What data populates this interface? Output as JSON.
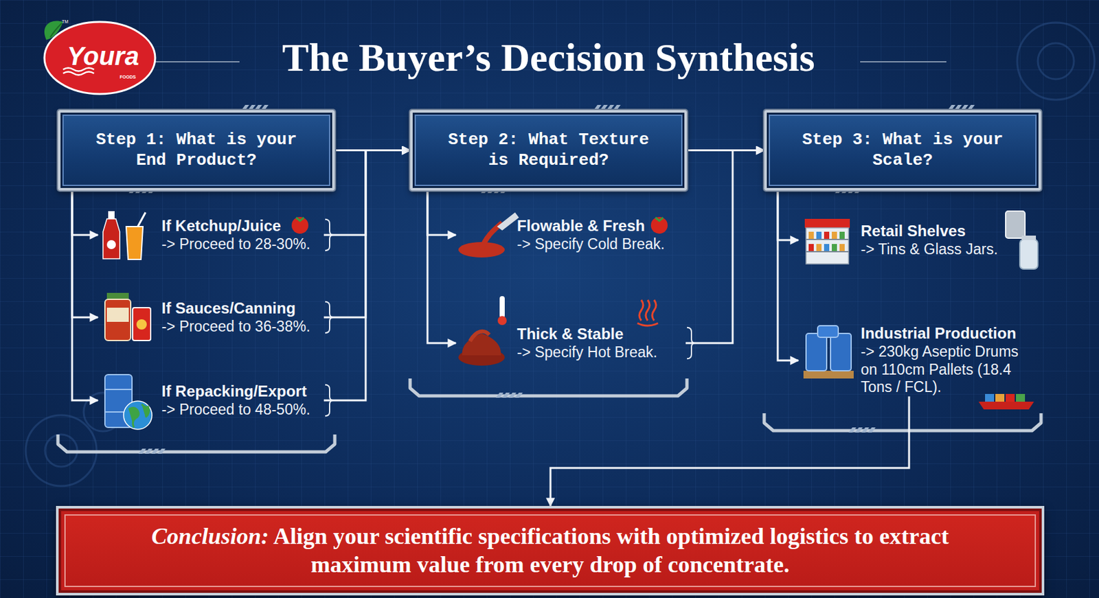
{
  "diagram": {
    "title": "The Buyer’s Decision Synthesis",
    "nodes": [
      {
        "text": [
          "Step 1: What is your End Product?"
        ]
      },
      {
        "text": [
          "If Ketchup/Juice",
          "-> Proceed to 28-30%."
        ]
      },
      {
        "text": [
          "If Sauces/Canning",
          "-> Proceed to 36-38%."
        ]
      },
      {
        "text": [
          "If Repacking/Export",
          "-> Proceed to 48-50%."
        ]
      },
      {
        "text": [
          "Step 2: What Texture is Required?"
        ]
      },
      {
        "text": [
          "Flowable & Fresh",
          "-> Specify Cold Break."
        ]
      },
      {
        "text": [
          "Thick & Stable",
          "-> Specify Hot Break."
        ]
      },
      {
        "text": [
          "Step 3: What is your Scale?"
        ]
      },
      {
        "text": [
          "Retail Shelves",
          "-> Tins & Glass Jars."
        ]
      },
      {
        "text": [
          "Industrial Production",
          "-> 230kg Aseptic Drums on 110cm Pallets (18.4 Tons / FCL)."
        ]
      },
      {
        "text": [
          "Conclusion:",
          "Align your scientific specifications with optimized logistics to extract maximum value from every drop of concentrate."
        ]
      }
    ],
    "edges": [
      {
        "from": 0,
        "to": 1,
        "arrow": "to"
      },
      {
        "from": 0,
        "to": 2,
        "arrow": "to"
      },
      {
        "from": 0,
        "to": 3,
        "arrow": "to"
      },
      {
        "from": 1,
        "to": 4,
        "arrow": "to"
      },
      {
        "from": 2,
        "to": 4,
        "arrow": "to"
      },
      {
        "from": 3,
        "to": 4,
        "arrow": "to"
      },
      {
        "from": 0,
        "to": 4,
        "arrow": "to"
      },
      {
        "from": 4,
        "to": 5,
        "arrow": "to"
      },
      {
        "from": 4,
        "to": 6,
        "arrow": "to"
      },
      {
        "from": 6,
        "to": 7,
        "arrow": "to"
      },
      {
        "from": 4,
        "to": 7,
        "arrow": "to"
      },
      {
        "from": 7,
        "to": 8,
        "arrow": "to"
      },
      {
        "from": 7,
        "to": 9,
        "arrow": "to"
      },
      {
        "from": 9,
        "to": 10,
        "arrow": "to"
      }
    ],
    "labels": [
      "Youra",
      "FOODS",
      "TM"
    ]
  }
}
